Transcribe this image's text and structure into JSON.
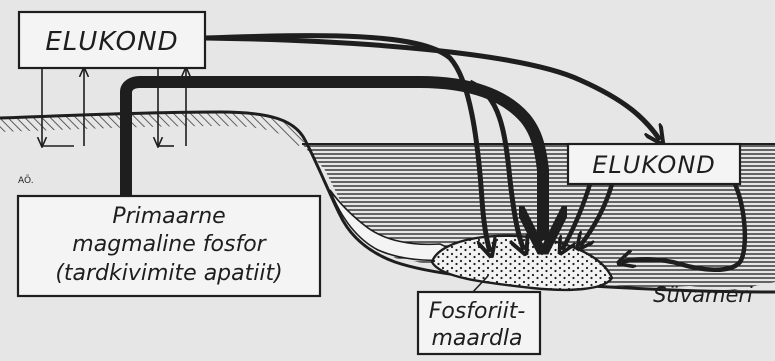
{
  "diagram": {
    "land_organisms_label": "ELUKOND",
    "sea_organisms_label": "ELUKOND",
    "primary_source_lines": [
      "Primaarne",
      "magmaline fosfor",
      "(tardkivimite apatiit)"
    ],
    "deposit_label_lines": [
      "Fosforiit-",
      "maardla"
    ],
    "deep_sea_label": "Süvameri",
    "author_mark": "AÕ."
  },
  "colors": {
    "ink": "#1e1e1e",
    "paper": "#e6e6e6",
    "box_fill": "#f4f4f4",
    "deposit_fill": "#f2f2f2"
  }
}
